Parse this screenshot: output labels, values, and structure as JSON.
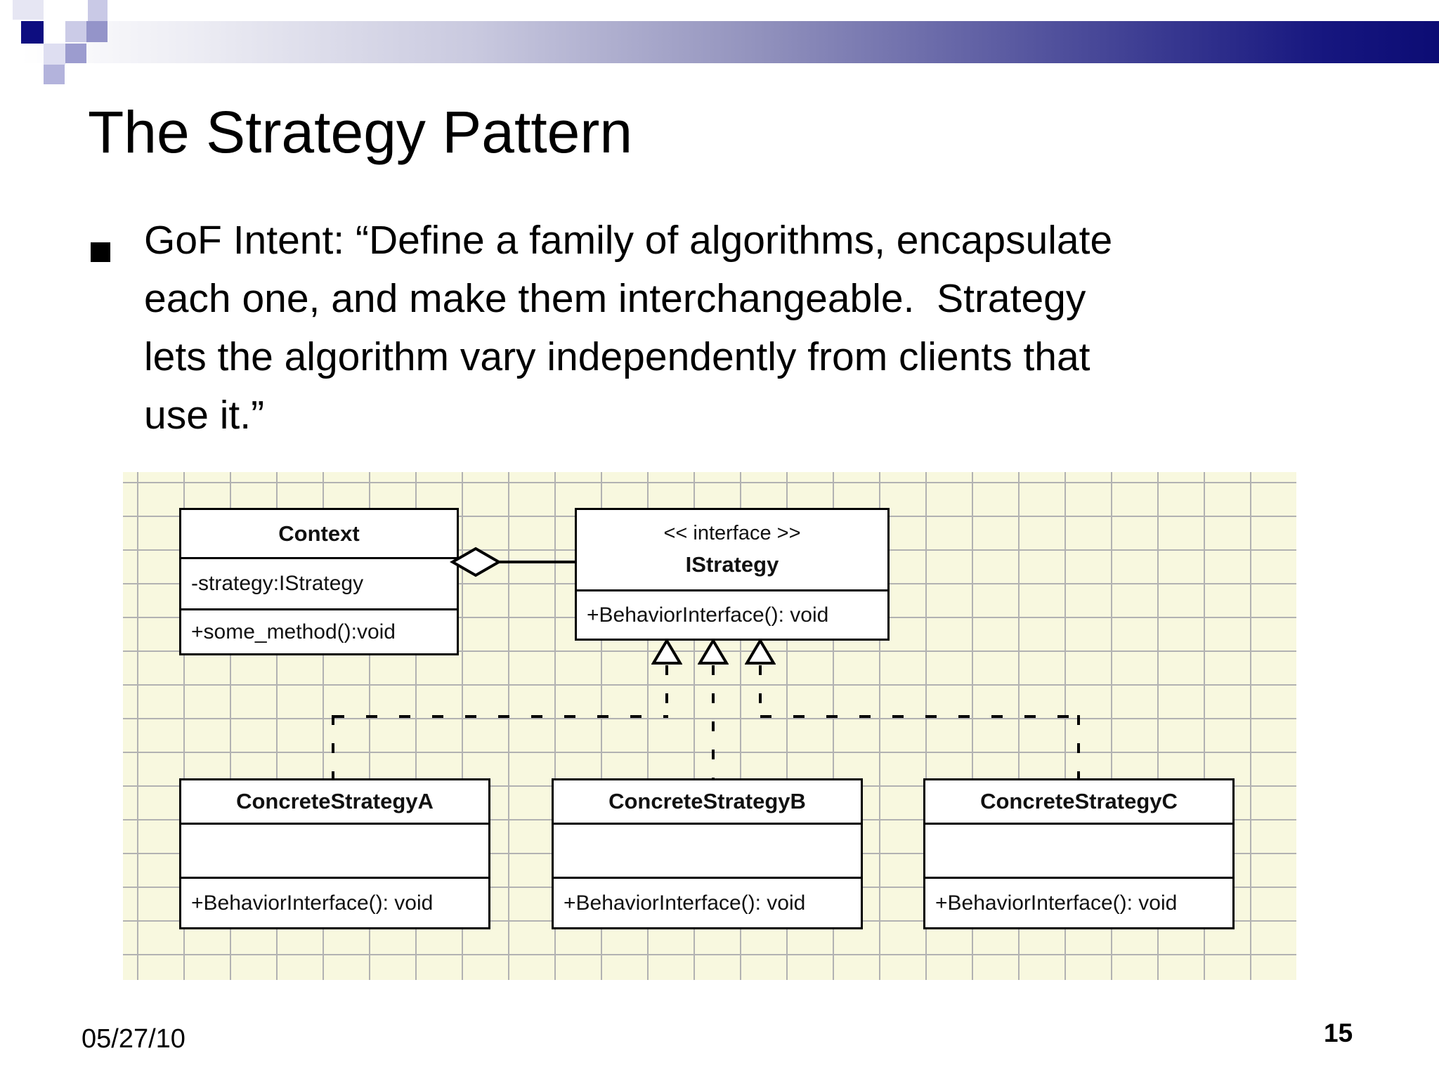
{
  "slide": {
    "title": "The Strategy Pattern",
    "bullet_lines": [
      "GoF Intent: “Define a family of algorithms, encapsulate",
      "each one, and make them interchangeable.  Strategy",
      "lets the algorithm vary independently from clients that",
      "use it.”"
    ],
    "footer": {
      "date": "05/27/10",
      "page_number": "15"
    }
  },
  "diagram": {
    "context": {
      "name": "Context",
      "attribute": "-strategy:IStrategy",
      "method": "+some_method():void"
    },
    "istrategy": {
      "stereotype": "<< interface >>",
      "name": "IStrategy",
      "method": "+BehaviorInterface(): void"
    },
    "concrete_strategies": [
      {
        "name": "ConcreteStrategyA",
        "method": "+BehaviorInterface(): void"
      },
      {
        "name": "ConcreteStrategyB",
        "method": "+BehaviorInterface(): void"
      },
      {
        "name": "ConcreteStrategyC",
        "method": "+BehaviorInterface(): void"
      }
    ],
    "colors": {
      "paper_background": "#f8f8df",
      "grid_line": "#b2b2b2",
      "accent_navy": "#0d0d7a",
      "box_background": "#ffffff"
    }
  }
}
